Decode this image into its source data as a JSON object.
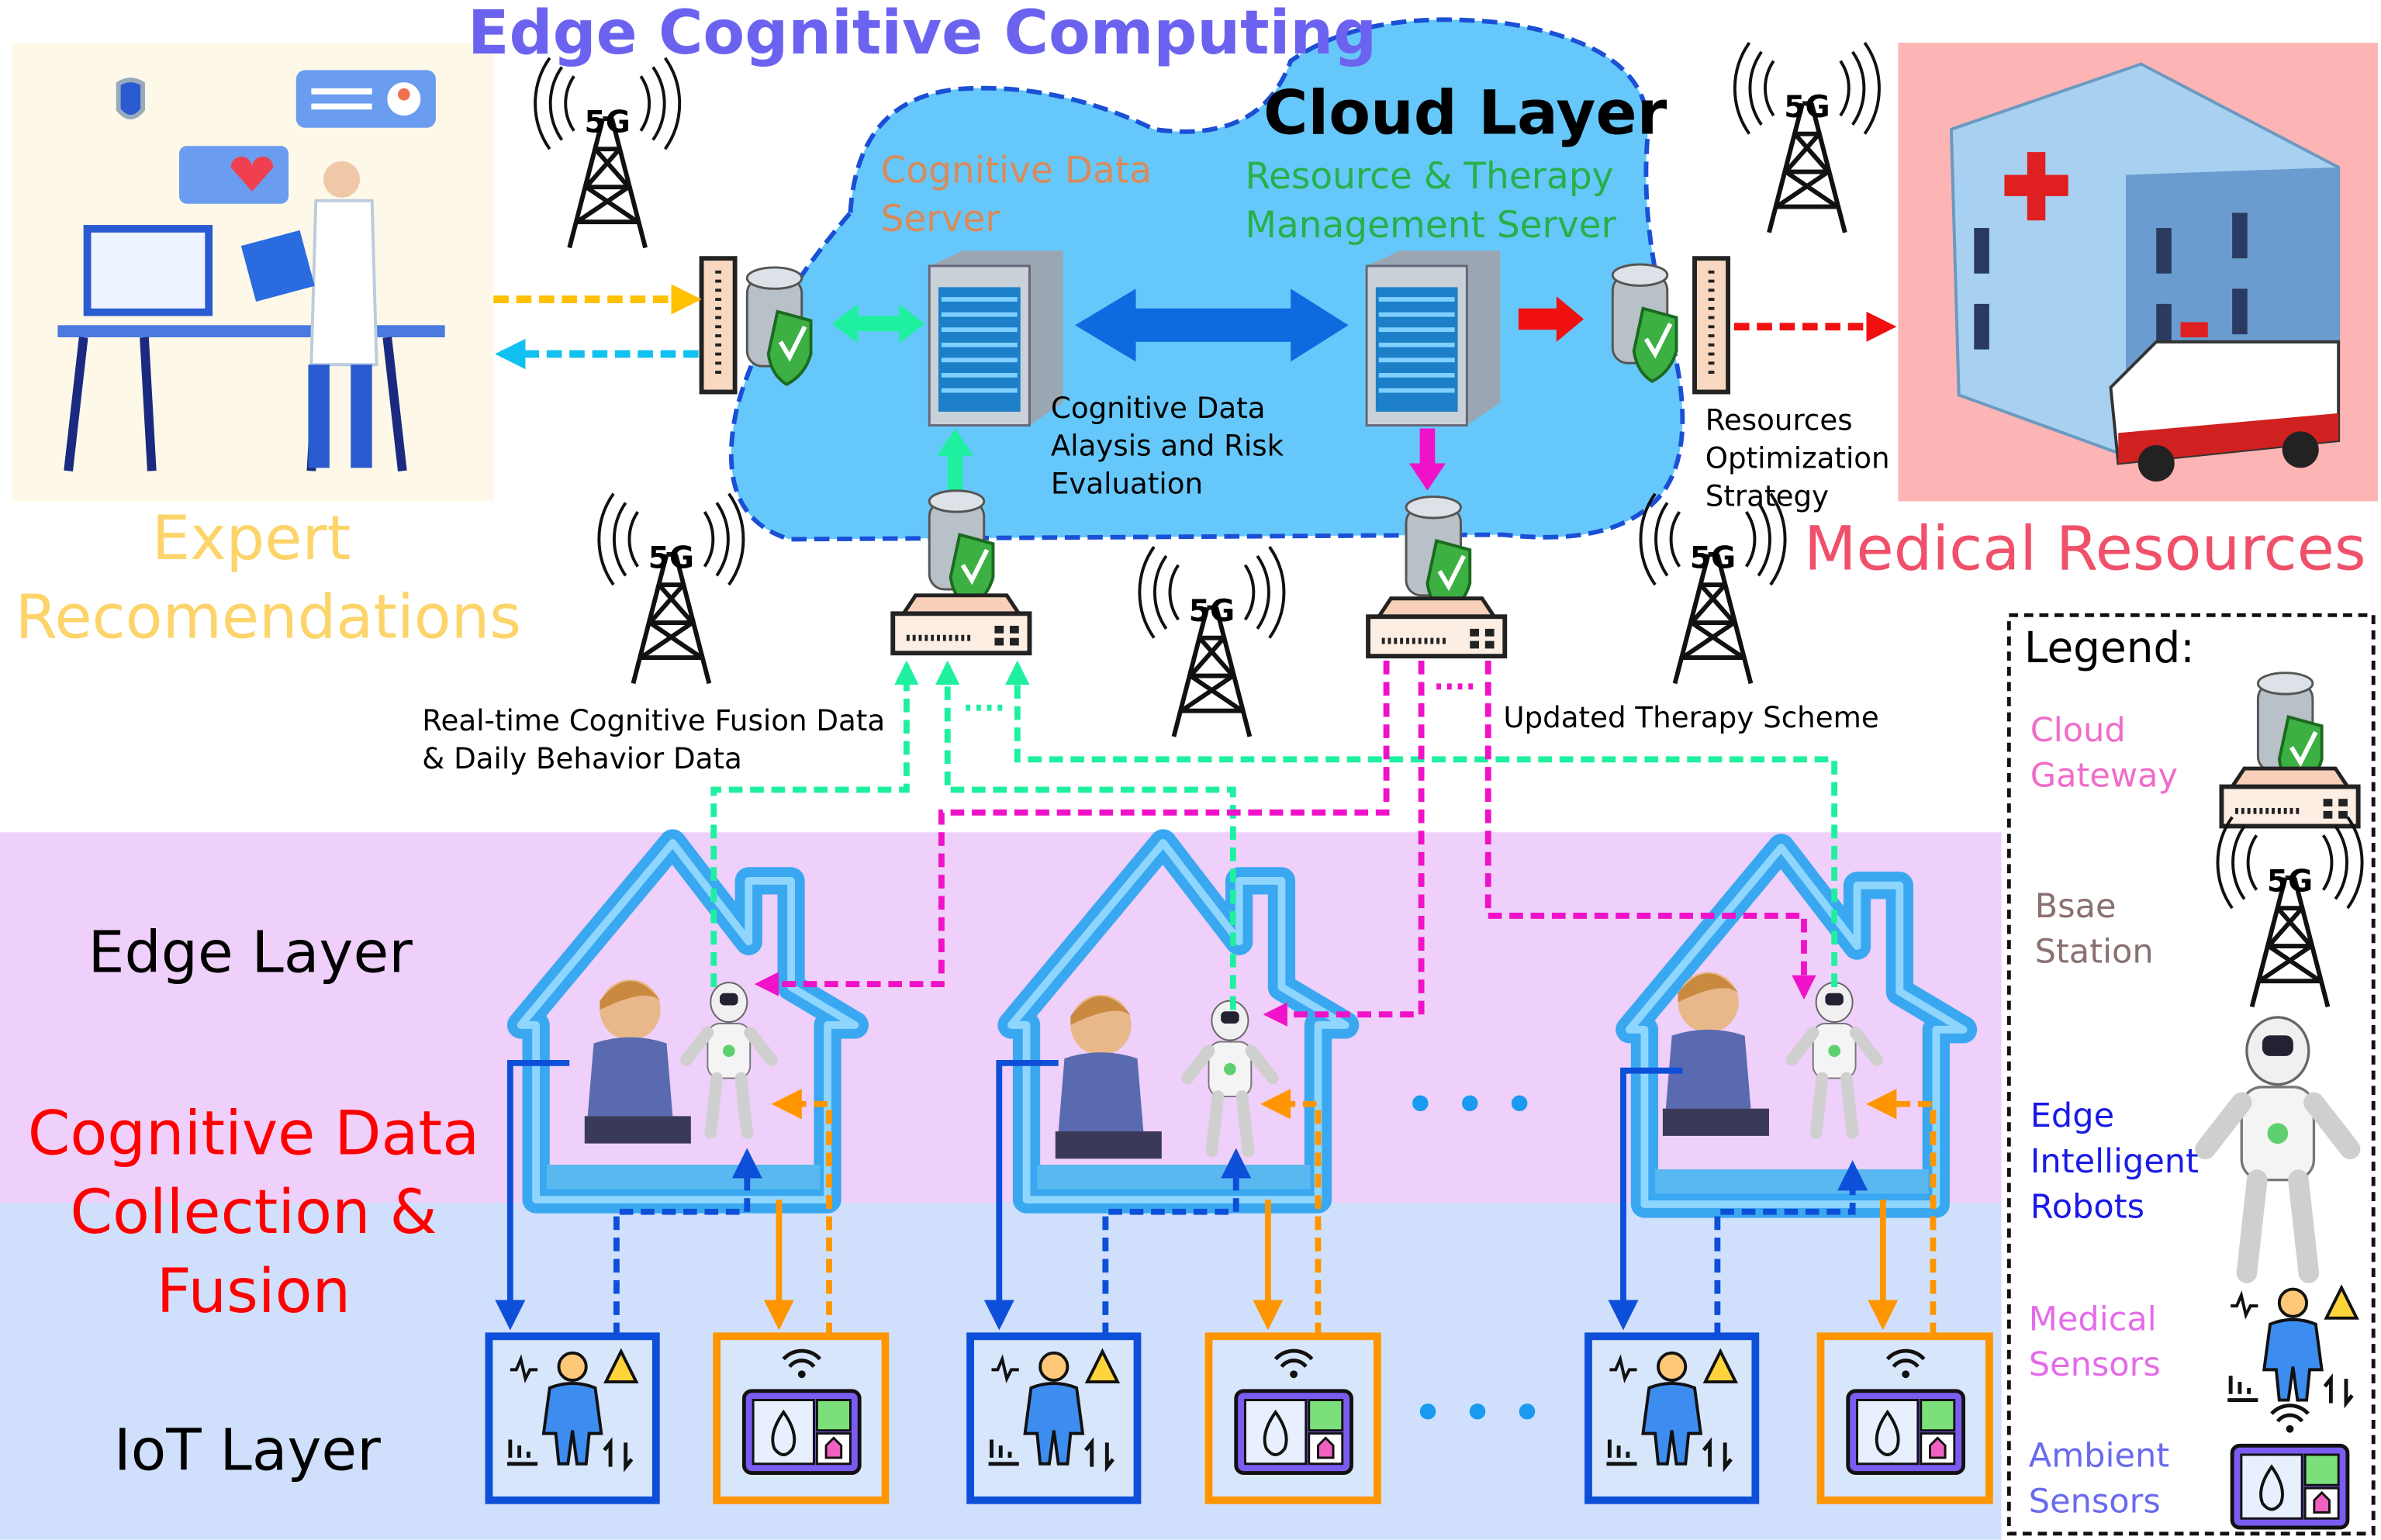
{
  "title": "Edge Cognitive Computing",
  "cloud": {
    "label": "Cloud Layer",
    "cognitive_server": [
      "Cognitive Data",
      "Server"
    ],
    "resource_server": [
      "Resource & Therapy",
      "Management Server"
    ],
    "analysis": [
      "Cognitive Data",
      "Alaysis and Risk",
      "Evaluation"
    ],
    "optimization": [
      "Resources",
      "Optimization",
      "Strategy"
    ]
  },
  "expert": [
    "Expert",
    "Recomendations"
  ],
  "medical": "Medical Resources",
  "tower_label": "5G",
  "hospital_sign": "AMBULANCE",
  "flows": {
    "uplink": [
      "Real-time Cognitive Fusion Data",
      "& Daily Behavior Data"
    ],
    "downlink": "Updated Therapy Scheme"
  },
  "layers": {
    "edge": "Edge Layer",
    "collection": [
      "Cognitive Data",
      "Collection &",
      "Fusion"
    ],
    "iot": "IoT Layer"
  },
  "ellipsis": "• • •",
  "legend": {
    "title": "Legend:",
    "items": [
      {
        "label": [
          "Cloud",
          "Gateway"
        ],
        "color": "#f06cc8",
        "icon": "cloud-gateway-icon"
      },
      {
        "label": [
          "Bsae",
          "Station"
        ],
        "color": "#8a7070",
        "icon": "5g-tower-icon"
      },
      {
        "label": [
          "Edge",
          "Intelligent",
          "Robots"
        ],
        "color": "#1a1ae6",
        "icon": "robot-icon"
      },
      {
        "label": [
          "Medical",
          "Sensors"
        ],
        "color": "#e46ce8",
        "icon": "medical-sensor-icon"
      },
      {
        "label": [
          "Ambient",
          "Sensors"
        ],
        "color": "#6a6aee",
        "icon": "ambient-sensor-icon"
      }
    ]
  },
  "colors": {
    "title": "#6b63f0",
    "cloud_fill": "#66c8fa",
    "cloud_border": "#1a4fd6",
    "uplink": "#1ef0a0",
    "downlink": "#f012c8",
    "edge_band": "#efd0fa",
    "iot_band": "#d0e0fc",
    "medical_box": "#0d4fd8",
    "ambient_box": "#ff9500"
  }
}
